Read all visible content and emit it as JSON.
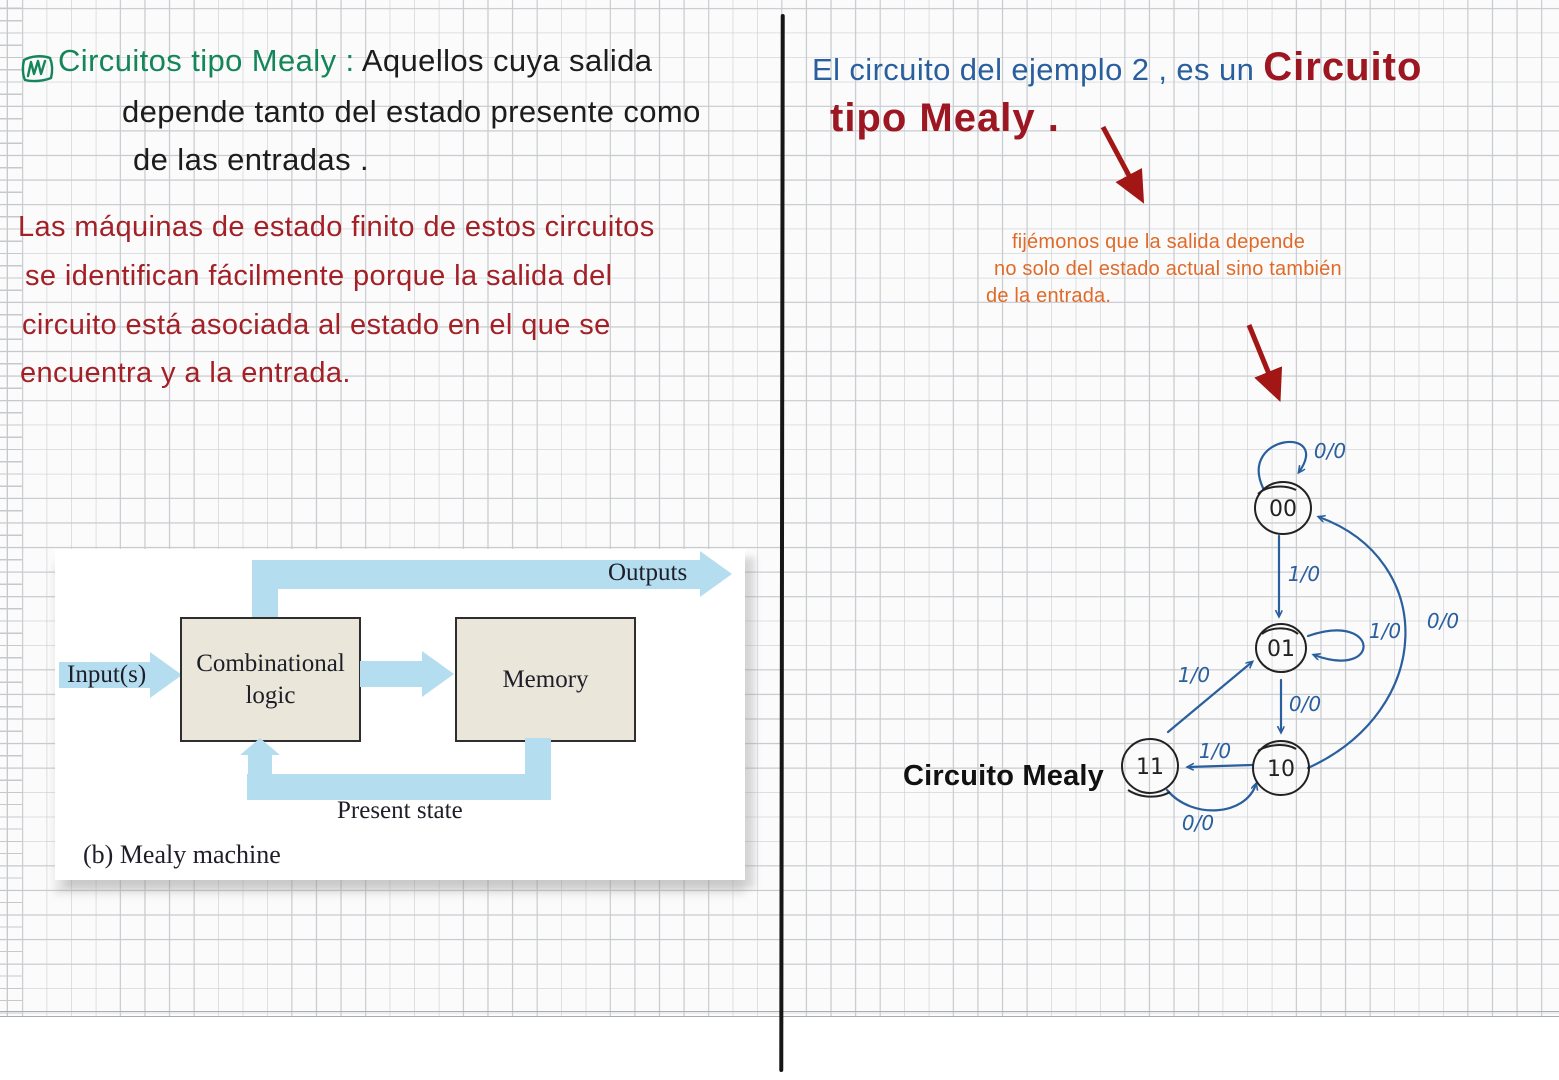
{
  "colors": {
    "green_ink": "#15855a",
    "black_ink": "#1c1c1c",
    "paragraph_red_ink": "#a32026",
    "title_red_ink": "#9c1722",
    "blue_ink": "#2a5f9e",
    "orange_ink": "#e06a28",
    "figure_arrow_blue": "#b5ddf0",
    "figure_box_fill": "#eae6da",
    "grid_line": "#c9cccf"
  },
  "left_column": {
    "definition": {
      "marker_icon": "green-scribble-flag-icon",
      "term": "Circuitos tipo Mealy :",
      "line1_rest": "Aquellos cuya salida",
      "line2": "depende tanto del estado presente como",
      "line3": "de las entradas ."
    },
    "paragraph": {
      "line1": "Las máquinas de estado finito de estos circuitos",
      "line2": "se identifican fácilmente porque la salida del",
      "line3": "circuito está asociada al estado en el que se",
      "line4": "encuentra y a la entrada."
    },
    "figure": {
      "inputs_label": "Input(s)",
      "outputs_label": "Outputs",
      "comb_logic_line1": "Combinational",
      "comb_logic_line2": "logic",
      "memory_label": "Memory",
      "present_state_label": "Present state",
      "caption": "(b)  Mealy machine"
    }
  },
  "right_column": {
    "intro": {
      "blue_text": "El circuito del ejemplo  2 , es un",
      "red_word": "Circuito",
      "red_line2": "tipo  Mealy ."
    },
    "orange_note": {
      "line1": "fijémonos que la salida depende",
      "line2": "no solo del estado actual  sino también",
      "line3": "de la entrada."
    },
    "state_diagram": {
      "states": [
        {
          "id": "00"
        },
        {
          "id": "01"
        },
        {
          "id": "10"
        },
        {
          "id": "11"
        }
      ],
      "transitions": [
        {
          "from": "00",
          "to": "00",
          "label": "0/0"
        },
        {
          "from": "00",
          "to": "01",
          "label": "1/0"
        },
        {
          "from": "01",
          "to": "01",
          "label": "1/0"
        },
        {
          "from": "10",
          "to": "00",
          "label": "0/0"
        },
        {
          "from": "01",
          "to": "10",
          "label": "0/0"
        },
        {
          "from": "11",
          "to": "01",
          "label": "1/0"
        },
        {
          "from": "10",
          "to": "11",
          "label": "1/0"
        },
        {
          "from": "11",
          "to": "10",
          "label": "0/0"
        }
      ]
    },
    "caption": "Circuito Mealy"
  }
}
